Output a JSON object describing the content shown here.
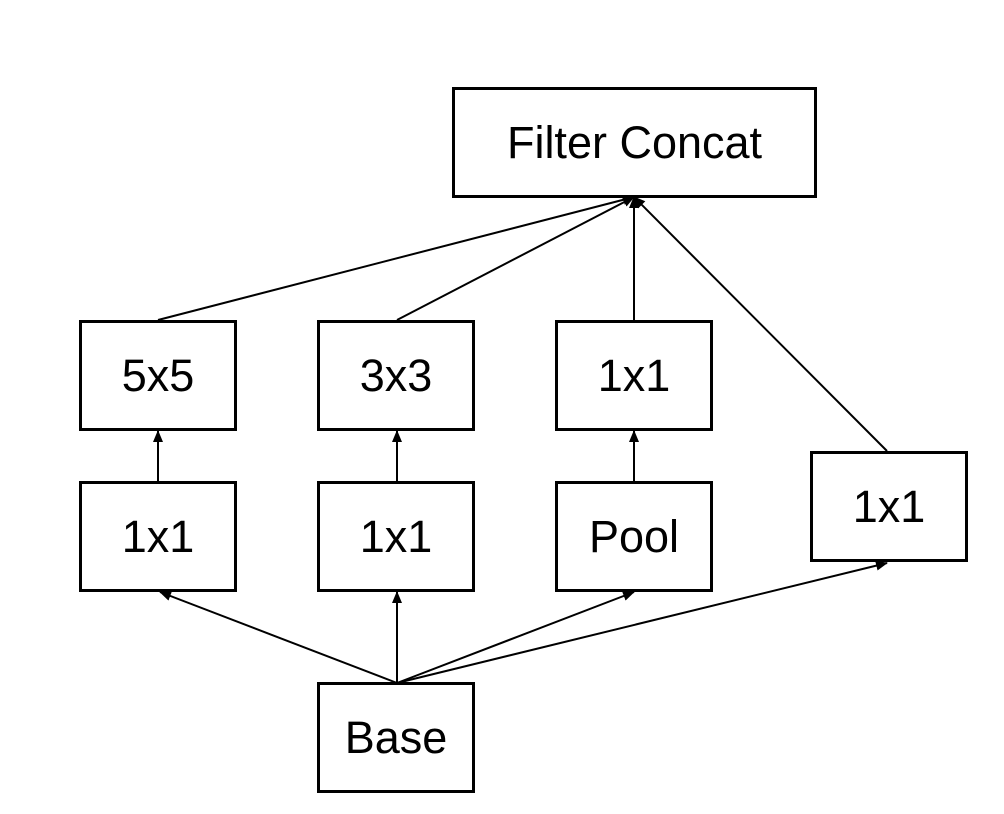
{
  "nodes": {
    "filter_concat": "Filter Concat",
    "conv5x5": "5x5",
    "conv3x3": "3x3",
    "conv1x1_after_pool": "1x1",
    "reduce_before_5x5": "1x1",
    "reduce_before_3x3": "1x1",
    "pool": "Pool",
    "conv1x1_direct": "1x1",
    "base": "Base"
  },
  "colors": {
    "stroke": "#000000",
    "background": "#ffffff"
  }
}
